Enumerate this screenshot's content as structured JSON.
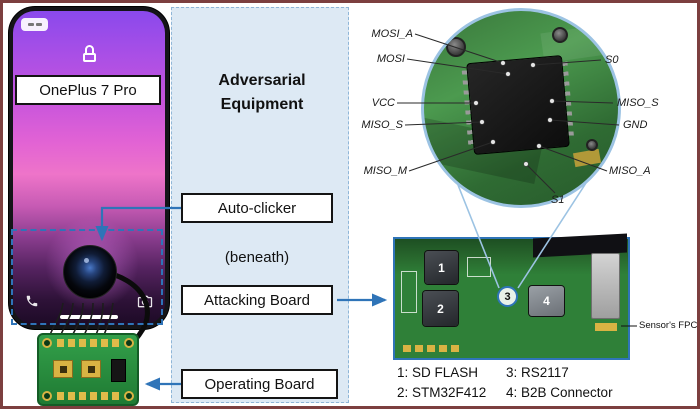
{
  "phone": {
    "label": "OnePlus 7 Pro"
  },
  "panel": {
    "title": "Adversarial Equipment",
    "auto_clicker": "Auto-clicker",
    "beneath": "(beneath)",
    "attacking_board": "Attacking Board",
    "operating_board": "Operating Board"
  },
  "pins": {
    "mosi_a": "MOSI_A",
    "mosi": "MOSI",
    "vcc": "VCC",
    "miso_s_left": "MISO_S",
    "miso_m": "MISO_M",
    "s0": "S0",
    "miso_s_right": "MISO_S",
    "gnd": "GND",
    "miso_a": "MISO_A",
    "s1": "S1"
  },
  "board": {
    "chip1": "1",
    "chip2": "2",
    "chip3": "3",
    "chip4": "4",
    "sensors_fpc": "Sensor's FPC"
  },
  "legend": {
    "item1": "1: SD FLASH",
    "item2": "2: STM32F412",
    "item3": "3: RS2117",
    "item4": "4: B2B Connector"
  },
  "colors": {
    "frame": "#7c3f3f",
    "accent_blue": "#2f74b8",
    "panel_bg": "#dde9f4",
    "callout_blue": "#9cc3e3",
    "pcb_green": "#2f8038"
  }
}
